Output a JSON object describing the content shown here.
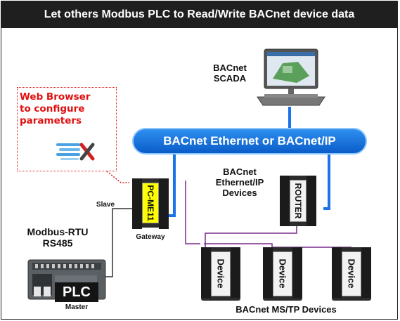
{
  "header": {
    "title": "Let others Modbus PLC to Read/Write BACnet device data"
  },
  "network": {
    "bus_label": "BACnet Ethernet or BACnet/IP"
  },
  "scada": {
    "label_line1": "BACnet",
    "label_line2": "SCADA"
  },
  "callout": {
    "line1": "Web Browser",
    "line2": "to configure",
    "line3": "parameters"
  },
  "gateway": {
    "model": "PC-ME11",
    "role_label": "Gateway",
    "slave_label": "Slave"
  },
  "router": {
    "label": "ROUTER"
  },
  "ethernet_devices": {
    "line1": "BACnet",
    "line2": "Ethernet/IP",
    "line3": "Devices"
  },
  "mstp": {
    "devices": [
      {
        "label": "Device"
      },
      {
        "label": "Device"
      },
      {
        "label": "Device"
      }
    ],
    "caption": "BACnet MS/TP Devices"
  },
  "plc": {
    "protocol_line1": "Modbus-RTU",
    "protocol_line2": "RS485",
    "badge": "PLC",
    "role_label": "Master"
  },
  "colors": {
    "header_bg": "#1f1f1f",
    "bus_blue": "#1a73e8",
    "callout_red": "#e01010",
    "mstp_wire": "#7a2a8c",
    "gateway_yellow": "#ffff00"
  }
}
